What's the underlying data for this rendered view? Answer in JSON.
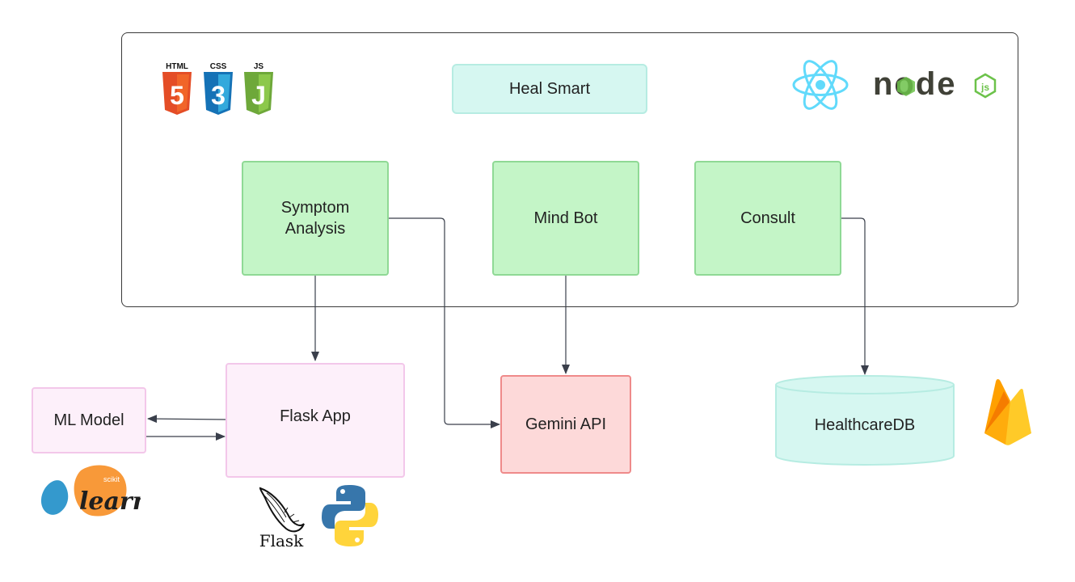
{
  "diagram": {
    "app_box": {
      "label": "Heal Smart"
    },
    "modules": {
      "symptom": {
        "label": "Symptom\nAnalysis"
      },
      "mindbot": {
        "label": "Mind Bot"
      },
      "consult": {
        "label": "Consult"
      }
    },
    "services": {
      "ml_model": {
        "label": "ML Model"
      },
      "flask_app": {
        "label": "Flask App"
      },
      "gemini_api": {
        "label": "Gemini API"
      },
      "database": {
        "label": "HealthcareDB"
      }
    },
    "logos": {
      "html": "HTML",
      "css": "CSS",
      "js": "JS",
      "html_num": "5",
      "css_num": "3",
      "js_letter": "J",
      "node": "node",
      "node_js": "js",
      "scikit_small": "scikit",
      "scikit_learn": "learn",
      "flask": "Flask"
    },
    "colors": {
      "html": "#e44d26",
      "css": "#1572b6",
      "js": "#8cc84b",
      "react": "#61dafb",
      "node_dark": "#404137",
      "node_green": "#6cc24a",
      "scikit_blue": "#3499cd",
      "scikit_orange": "#f89939",
      "python_blue": "#3776ab",
      "python_yellow": "#ffd43b",
      "firebase_orange": "#f58220",
      "firebase_yellow": "#ffca28"
    }
  }
}
